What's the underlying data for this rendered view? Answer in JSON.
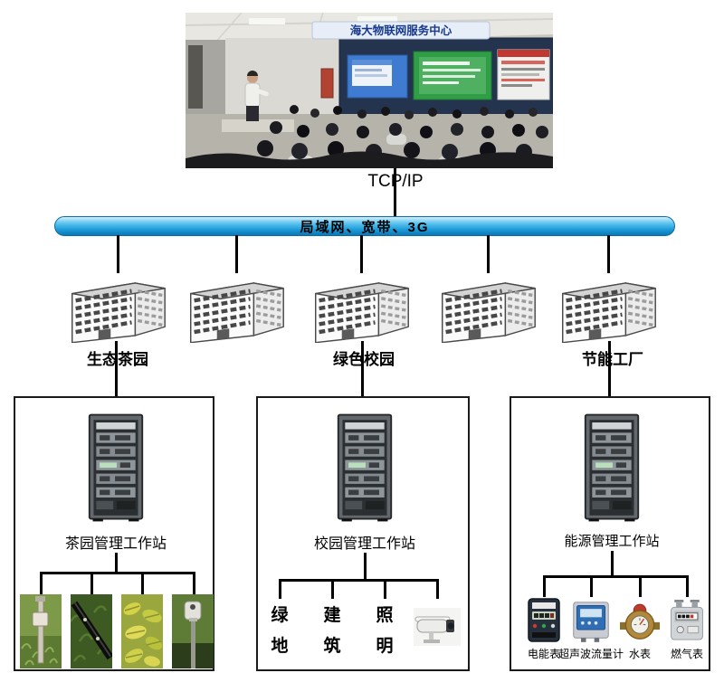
{
  "header_photo": {
    "banner_text": "海大物联网服务中心"
  },
  "network": {
    "protocol_label": "TCP/IP",
    "bus_label": "局域网、宽带、3G"
  },
  "sites": [
    {
      "label": "生态茶园"
    },
    {
      "label": "绿色校园"
    },
    {
      "label": "节能工厂"
    }
  ],
  "workstations": [
    {
      "label": "茶园管理工作站"
    },
    {
      "label": "校园管理工作站"
    },
    {
      "label": "能源管理工作站"
    }
  ],
  "campus_devices": [
    {
      "label": "绿地"
    },
    {
      "label": "建筑"
    },
    {
      "label": "照明"
    }
  ],
  "energy_devices": [
    {
      "label": "电能表"
    },
    {
      "label": "超声波流量计"
    },
    {
      "label": "水表"
    },
    {
      "label": "燃气表"
    }
  ],
  "assets": {
    "top": "conference-room-photo",
    "node": "office-building-icon",
    "workstation": "server-rack-icon",
    "tea_garden_photos": [
      "field-sensor-photo",
      "irrigation-pipe-photo",
      "tea-leaves-photo",
      "field-sprinkler-photo"
    ],
    "campus_photo": "ptz-camera-photo",
    "energy_icons": [
      "electric-meter-icon",
      "ultrasonic-flowmeter-icon",
      "water-meter-icon",
      "gas-meter-icon"
    ]
  },
  "colors": {
    "bus_blue": "#1a9ad8",
    "bus_border": "#0c6ca6",
    "connector": "#000000",
    "box_border": "#1a1a1a"
  }
}
